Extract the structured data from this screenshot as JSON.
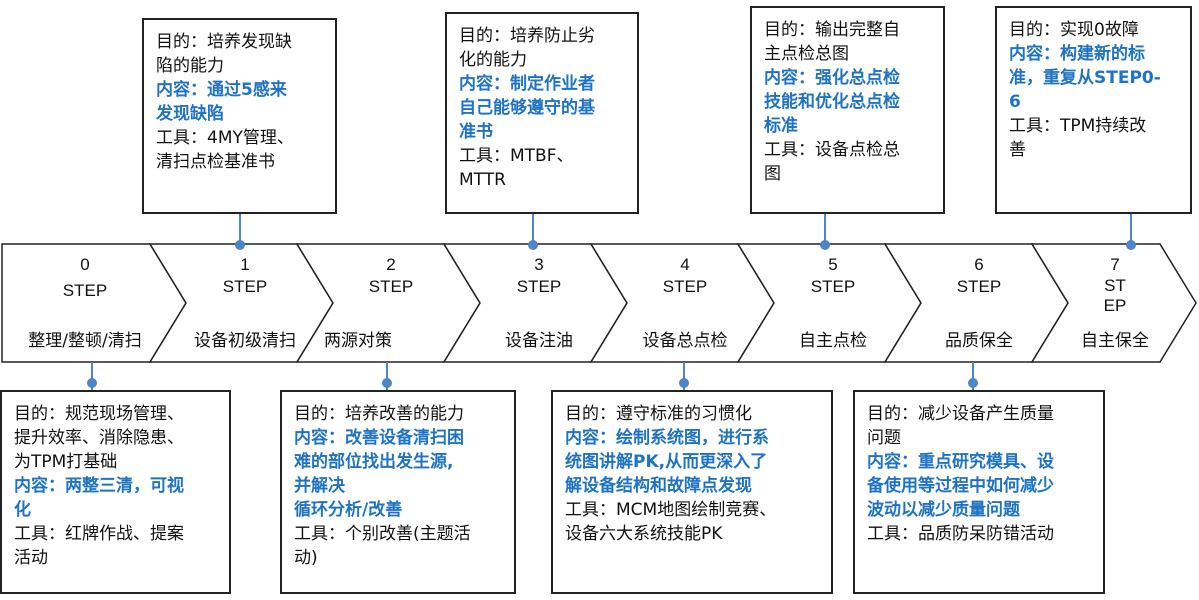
{
  "steps": [
    {
      "num": "0",
      "word": "STEP",
      "name": "整理/整顿/清扫"
    },
    {
      "num": "1",
      "word": "STEP",
      "name": "设备初级清扫"
    },
    {
      "num": "2",
      "word": "STEP",
      "name": "两源对策"
    },
    {
      "num": "3",
      "word": "STEP",
      "name": "设备注油"
    },
    {
      "num": "4",
      "word": "STEP",
      "name": "设备总点检"
    },
    {
      "num": "5",
      "word": "STEP",
      "name": "自主点检"
    },
    {
      "num": "6",
      "word": "STEP",
      "name": "品质保全"
    },
    {
      "num": "7",
      "word": "ST\nEP",
      "name": "自主保全"
    }
  ],
  "boxes": {
    "step0": {
      "lines": [
        {
          "t": "目的：规范现场管理、",
          "c": false
        },
        {
          "t": "提升效率、消除隐患、",
          "c": false
        },
        {
          "t": "为TPM打基础",
          "c": false
        },
        {
          "t": "内容：两整三清，可视",
          "c": true
        },
        {
          "t": "化",
          "c": true
        },
        {
          "t": "工具：红牌作战、提案",
          "c": false
        },
        {
          "t": "活动",
          "c": false
        }
      ]
    },
    "step1": {
      "lines": [
        {
          "t": "目的：培养发现缺",
          "c": false
        },
        {
          "t": "陷的能力",
          "c": false
        },
        {
          "t": "内容：通过5感来",
          "c": true
        },
        {
          "t": "发现缺陷",
          "c": true
        },
        {
          "t": "工具：4MY管理、",
          "c": false
        },
        {
          "t": "清扫点检基准书",
          "c": false
        }
      ]
    },
    "step2": {
      "lines": [
        {
          "t": "目的：培养改善的能力",
          "c": false
        },
        {
          "t": "内容：改善设备清扫困",
          "c": true
        },
        {
          "t": "难的部位找出发生源,",
          "c": true
        },
        {
          "t": "并解决",
          "c": true
        },
        {
          "t": "循环分析/改善",
          "c": true
        },
        {
          "t": "工具：个别改善(主题活",
          "c": false
        },
        {
          "t": "动)",
          "c": false
        }
      ]
    },
    "step3": {
      "lines": [
        {
          "t": "目的：培养防止劣",
          "c": false
        },
        {
          "t": "化的能力",
          "c": false
        },
        {
          "t": "内容：制定作业者",
          "c": true
        },
        {
          "t": "自己能够遵守的基",
          "c": true
        },
        {
          "t": "准书",
          "c": true
        },
        {
          "t": "工具：MTBF、",
          "c": false
        },
        {
          "t": "MTTR",
          "c": false
        }
      ]
    },
    "step4": {
      "lines": [
        {
          "t": "目的：遵守标准的习惯化",
          "c": false
        },
        {
          "t": "内容：绘制系统图，进行系",
          "c": true
        },
        {
          "t": "统图讲解PK,从而更深入了",
          "c": true
        },
        {
          "t": "解设备结构和故障点发现",
          "c": true
        },
        {
          "t": "工具：MCM地图绘制竞赛、",
          "c": false
        },
        {
          "t": "设备六大系统技能PK",
          "c": false
        }
      ]
    },
    "step5": {
      "lines": [
        {
          "t": "目的：输出完整自",
          "c": false
        },
        {
          "t": "主点检总图",
          "c": false
        },
        {
          "t": "内容：强化总点检",
          "c": true
        },
        {
          "t": "技能和优化总点检",
          "c": true
        },
        {
          "t": "标准",
          "c": true
        },
        {
          "t": "工具：设备点检总",
          "c": false
        },
        {
          "t": "图",
          "c": false
        }
      ]
    },
    "step6": {
      "lines": [
        {
          "t": "目的：减少设备产生质量",
          "c": false
        },
        {
          "t": "问题",
          "c": false
        },
        {
          "t": "内容：重点研究模具、设",
          "c": true
        },
        {
          "t": "备使用等过程中如何减少",
          "c": true
        },
        {
          "t": "波动以减少质量问题",
          "c": true
        },
        {
          "t": "工具：品质防呆防错活动",
          "c": false
        }
      ]
    },
    "step7": {
      "lines": [
        {
          "t": "目的：实现0故障",
          "c": false
        },
        {
          "t": "内容：构建新的标",
          "c": true
        },
        {
          "t": "准，重复从STEP0-",
          "c": true
        },
        {
          "t": "6",
          "c": true
        },
        {
          "t": "工具：TPM持续改",
          "c": false
        },
        {
          "t": "善",
          "c": false
        }
      ]
    }
  },
  "colors": {
    "accent": "#1f73c5",
    "connector": "#4d86c6",
    "outline": "#222222"
  }
}
